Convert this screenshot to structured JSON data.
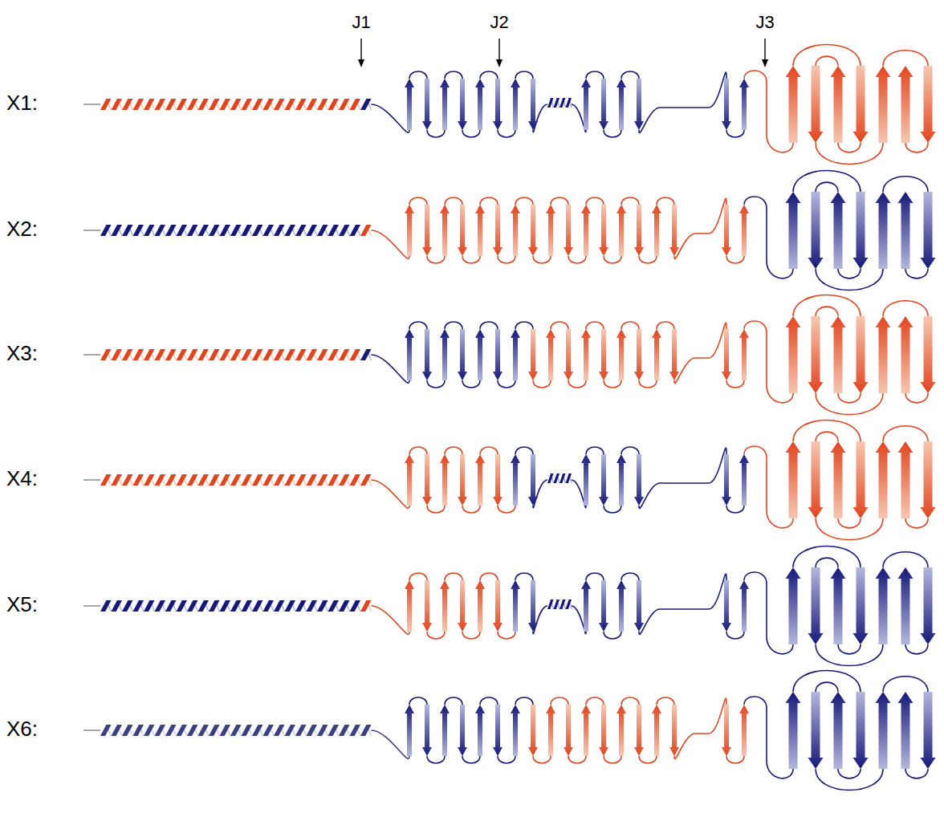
{
  "diagram": {
    "labels": [
      "J1",
      "J2",
      "J3",
      "X1:",
      "X2:",
      "X3:",
      "X4:",
      "X5:",
      "X6:"
    ]
  }
}
